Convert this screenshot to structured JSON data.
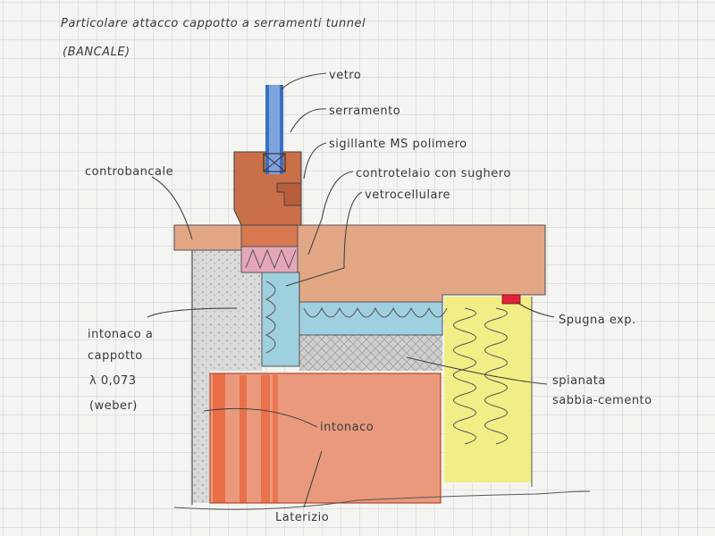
{
  "title": {
    "line1": "Particolare attacco cappotto a serramenti tunnel",
    "line2": "(BANCALE)"
  },
  "labels": {
    "vetro": "vetro",
    "serramento": "serramento",
    "sigillante": "sigillante MS polimero",
    "controtelaio": "controtelaio con sughero",
    "vetrocellulare": "vetrocellulare",
    "controbancale": "controbancale",
    "intonaco_cappotto": [
      "intonaco a",
      "cappotto",
      "λ 0,073",
      "(weber)"
    ],
    "spugna": "Spugna exp.",
    "spianata": [
      "spianata",
      "sabbia-cemento"
    ],
    "intonaco": "intonaco",
    "laterizio": "Laterizio"
  },
  "colors": {
    "paper": "#f4f4f1",
    "grid": "#c9cdd4",
    "glass": "#3b6fc0",
    "frame_wood": "#c9704a",
    "sill_wood": "#e2a785",
    "cork": "#e4a7b8",
    "insulation_blue": "#9fd0e0",
    "screed": "#cfcfcf",
    "brick": "#ea9a7c",
    "render": "#d9d9d9",
    "yellow_insulation": "#f3ec7a",
    "red_sponge": "#e0233a"
  }
}
